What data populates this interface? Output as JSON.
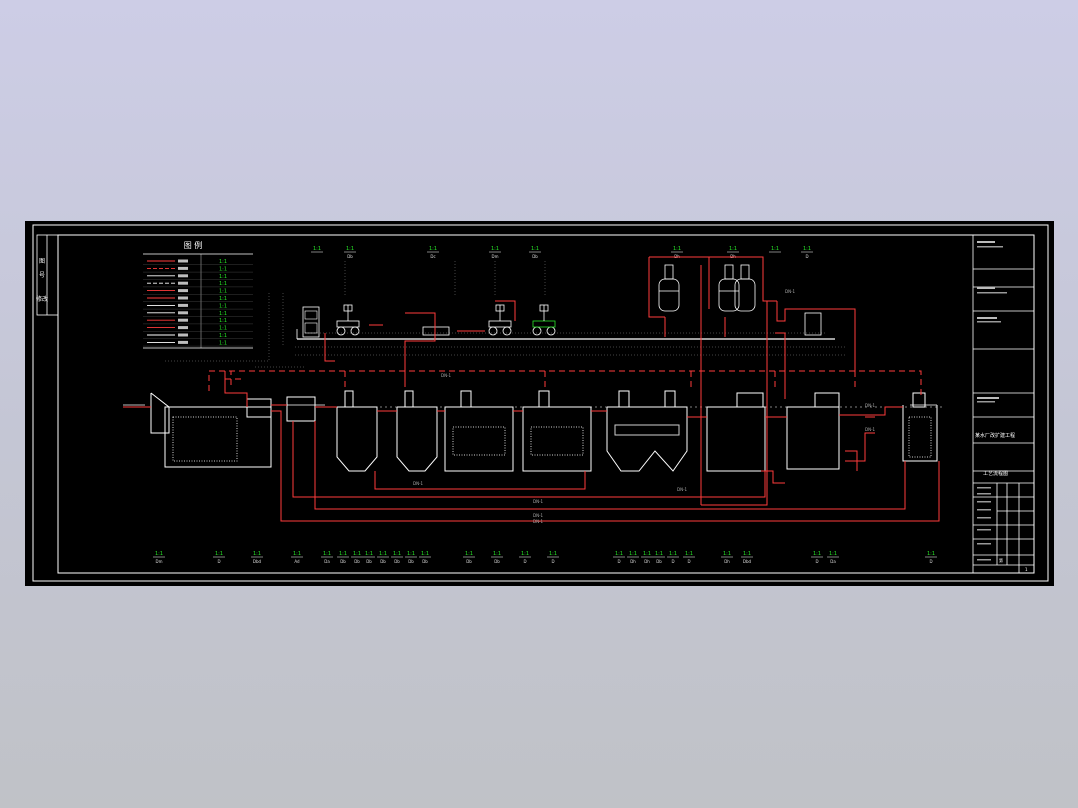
{
  "legend": {
    "title": "图  例",
    "rows": [
      {
        "code": "1:1",
        "color": "#ff3b3b",
        "dash": "0"
      },
      {
        "code": "1:1",
        "color": "#ff3b3b",
        "dash": "4 2"
      },
      {
        "code": "1:1",
        "color": "#ffffff",
        "dash": "0"
      },
      {
        "code": "1:1",
        "color": "#ffffff",
        "dash": "4 2"
      },
      {
        "code": "1:1",
        "color": "#ff3b3b",
        "dash": "0"
      },
      {
        "code": "1:1",
        "color": "#ff3b3b",
        "dash": "0"
      },
      {
        "code": "1:1",
        "color": "#ffffff",
        "dash": "0"
      },
      {
        "code": "1:1",
        "color": "#ffffff",
        "dash": "0"
      },
      {
        "code": "1:1",
        "color": "#ff3b3b",
        "dash": "0"
      },
      {
        "code": "1:1",
        "color": "#ff3b3b",
        "dash": "0"
      },
      {
        "code": "1:1",
        "color": "#ffffff",
        "dash": "0"
      },
      {
        "code": "1:1",
        "color": "#ffffff",
        "dash": "0"
      }
    ]
  },
  "left_margin_labels": [
    "图",
    "号",
    "修改"
  ],
  "top_tags": [
    {
      "code": "1:1",
      "name": ""
    },
    {
      "code": "1:1",
      "name": "Db"
    },
    {
      "code": "1:1",
      "name": "Dc"
    },
    {
      "code": "1:1",
      "name": "Dm"
    },
    {
      "code": "1:1",
      "name": "Db"
    },
    {
      "code": "1:1",
      "name": "Dh"
    },
    {
      "code": "1:1",
      "name": "Dh"
    },
    {
      "code": "1:1",
      "name": ""
    },
    {
      "code": "1:1",
      "name": "D"
    }
  ],
  "bottom_tags": [
    {
      "code": "1:1",
      "name": "Dm"
    },
    {
      "code": "1:1",
      "name": "D"
    },
    {
      "code": "1:1",
      "name": "Dbd"
    },
    {
      "code": "1:1",
      "name": "Ad"
    },
    {
      "code": "1:1",
      "name": "Da"
    },
    {
      "code": "1:1",
      "name": "Db"
    },
    {
      "code": "1:1",
      "name": "Db"
    },
    {
      "code": "1:1",
      "name": "Db"
    },
    {
      "code": "1:1",
      "name": "Db"
    },
    {
      "code": "1:1",
      "name": "Db"
    },
    {
      "code": "1:1",
      "name": "Db"
    },
    {
      "code": "1:1",
      "name": "Db"
    },
    {
      "code": "1:1",
      "name": "Db"
    },
    {
      "code": "1:1",
      "name": "Db"
    },
    {
      "code": "1:1",
      "name": "D"
    },
    {
      "code": "1:1",
      "name": "D"
    },
    {
      "code": "1:1",
      "name": "D"
    },
    {
      "code": "1:1",
      "name": "Dh"
    },
    {
      "code": "1:1",
      "name": "Dh"
    },
    {
      "code": "1:1",
      "name": "Db"
    },
    {
      "code": "1:1",
      "name": "D"
    },
    {
      "code": "1:1",
      "name": "D"
    },
    {
      "code": "1:1",
      "name": "Dh"
    },
    {
      "code": "1:1",
      "name": "Dbd"
    },
    {
      "code": "1:1",
      "name": "D"
    },
    {
      "code": "1:1",
      "name": "Da"
    },
    {
      "code": "1:1",
      "name": "D"
    }
  ],
  "title_block": {
    "project": "某水厂改扩建工程",
    "drawing": "工艺流程图",
    "sheet_label": "第",
    "sheet_no": "1"
  },
  "colors": {
    "pipe_red": "#ff3b3b",
    "line_white": "#ffffff",
    "tag_green": "#27e727",
    "sheet_bg": "#000000"
  }
}
